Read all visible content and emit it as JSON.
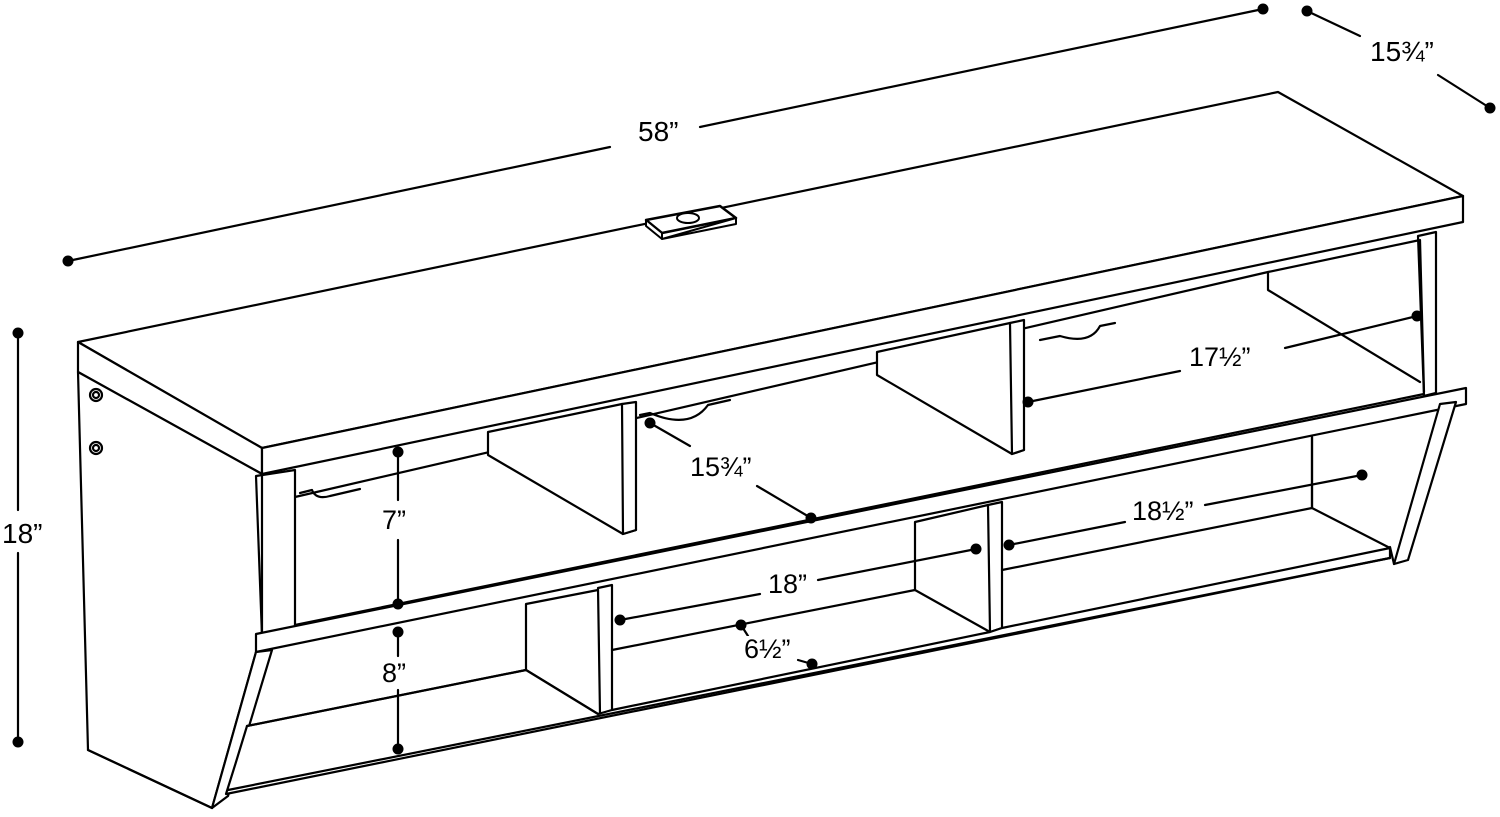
{
  "dimensions": {
    "width": "58”",
    "depth": "15¾”",
    "height": "18”",
    "top_shelf_height": "7”",
    "bottom_shelf_height": "8”",
    "center_cubby_depth": "15¾”",
    "right_top_cubby_width": "17½”",
    "center_bottom_cubby_width": "18”",
    "right_bottom_cubby_width": "18½”",
    "bottom_cubby_depth": "6½”"
  },
  "colors": {
    "line": "#000000",
    "background": "#ffffff"
  }
}
